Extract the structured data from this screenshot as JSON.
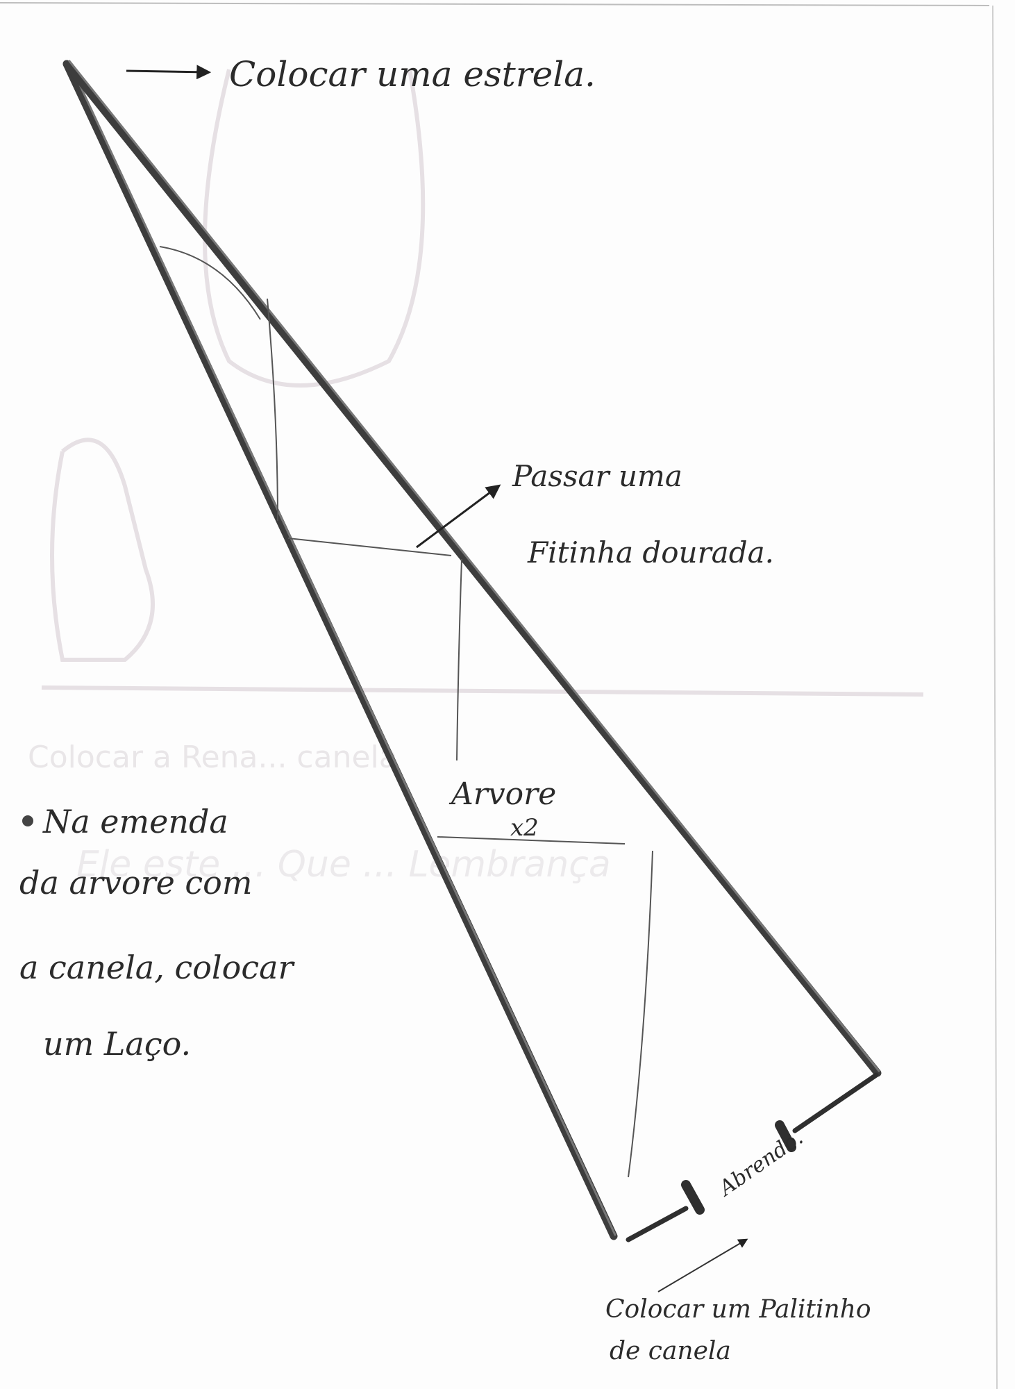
{
  "page": {
    "background": "#fdfdfd",
    "ink_color": "#2b2b2b",
    "pencil_color": "#444444"
  },
  "annotations": {
    "star": "Colocar uma estrela.",
    "ribbon_line1": "Passar uma",
    "ribbon_line2": "Fitinha dourada.",
    "tree_label": "Arvore",
    "tree_count": "x2",
    "seam_line1": "Na emenda",
    "seam_line2": "da arvore com",
    "seam_line3": "a canela, colocar",
    "seam_line4": "um Laço.",
    "opening": "Abrendo.",
    "stick_line1": "Colocar um Palitinho",
    "stick_line2": "de canela"
  },
  "bleed_through": {
    "line1": "Colocar a Rena... canela",
    "line2": "Ele este ... Que ... Lembrança"
  }
}
